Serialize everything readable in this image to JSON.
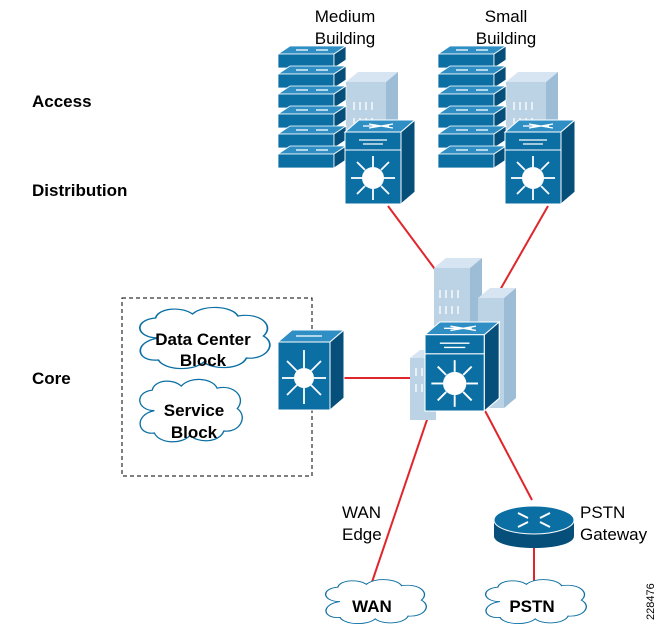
{
  "layers": {
    "access": "Access",
    "distribution": "Distribution",
    "core": "Core"
  },
  "buildings": {
    "medium": {
      "line1": "Medium",
      "line2": "Building"
    },
    "small": {
      "line1": "Small",
      "line2": "Building"
    }
  },
  "blocks": {
    "data_center": {
      "line1": "Data Center",
      "line2": "Block"
    },
    "service": {
      "line1": "Service",
      "line2": "Block"
    }
  },
  "edge": {
    "wan_edge": {
      "line1": "WAN",
      "line2": "Edge"
    },
    "pstn_gateway": {
      "line1": "PSTN",
      "line2": "Gateway"
    }
  },
  "clouds": {
    "wan": "WAN",
    "pstn": "PSTN"
  },
  "figure_id": "228476",
  "colors": {
    "link": "#e0262b",
    "switch_face": "#0b6fa4",
    "switch_top": "#2f8fc4",
    "switch_side": "#064f7a",
    "building": "#bcd3e6",
    "building_dark": "#9dbcd6",
    "cloud_stroke": "#0b6fa4"
  }
}
